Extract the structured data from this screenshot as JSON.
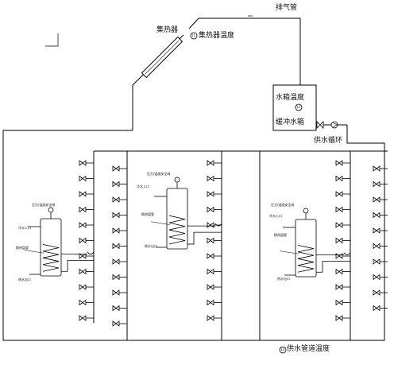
{
  "labels": {
    "exhaust_pipe": "排气管",
    "collector": "集热器",
    "collector_temp": "集热器温度",
    "collector_temp_num": "11",
    "tank_temp": "水箱温度",
    "tank_temp_num": "12",
    "buffer_tank": "缓冲水箱",
    "water_circulation": "供水循环",
    "supply_pipe_temp": "供水管道温度",
    "supply_pipe_temp_num": "13"
  },
  "units": [
    {
      "top_label": "压力/温度安全阀",
      "left_label": "冷水入口",
      "coil_label": "换热盘管",
      "bottom_label": "热水出口"
    },
    {
      "top_label": "压力/温度安全阀",
      "left_label": "冷水入口",
      "coil_label": "换热盘管",
      "bottom_label": "热水出口"
    },
    {
      "top_label": "压力/温度安全阀",
      "left_label": "冷水入口",
      "coil_label": "换热盘管",
      "bottom_label": "热水出口"
    }
  ],
  "colors": {
    "line": "#000000",
    "background": "#ffffff"
  }
}
